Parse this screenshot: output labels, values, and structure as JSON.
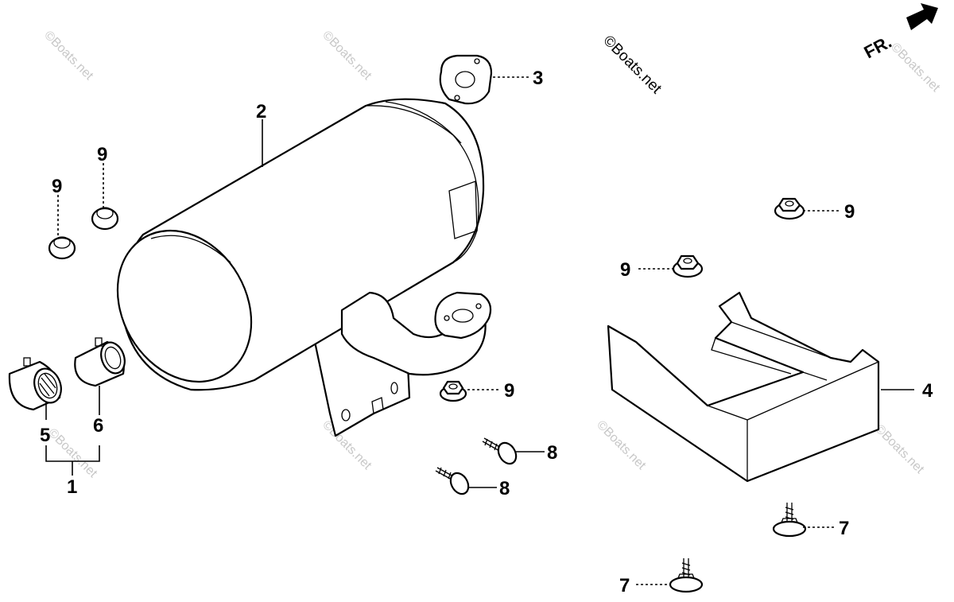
{
  "watermark": "©Boats.net",
  "direction": {
    "label": "FR."
  },
  "callouts": {
    "c1": "1",
    "c2": "2",
    "c3": "3",
    "c4": "4",
    "c5": "5",
    "c6": "6",
    "c7a": "7",
    "c7b": "7",
    "c8a": "8",
    "c8b": "8",
    "c9a": "9",
    "c9b": "9",
    "c9c": "9",
    "c9d": "9",
    "c9e": "9"
  }
}
